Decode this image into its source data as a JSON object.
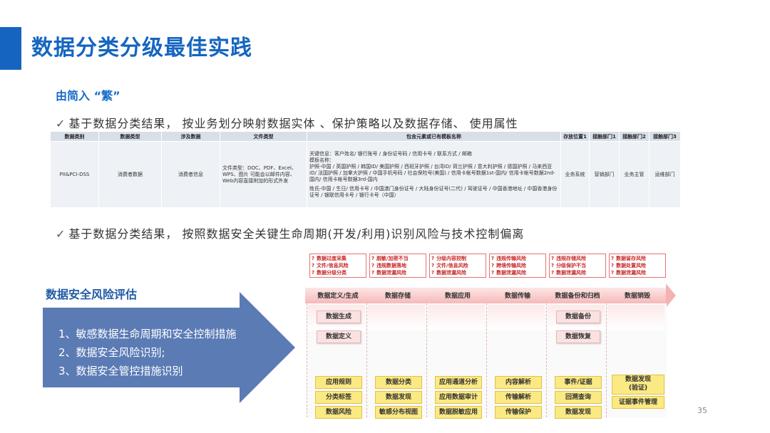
{
  "title": "数据分类分级最佳实践",
  "subtitle": "由简入 “繁”",
  "bullets": [
    "基于数据分类结果， 按业务划分映射数据实体 、保护策略以及数据存储、 使用属性",
    "基于数据分类结果， 按照数据安全关键生命周期(开发/利用)识别风险与技术控制偏离"
  ],
  "check_glyph": "✓",
  "table": {
    "headers": [
      "数据类别",
      "数据类型",
      "涉及数据",
      "文件类型",
      "包含元素或已有模板名称",
      "存放位置1",
      "接触部门1",
      "接触部门2",
      "接触部门3"
    ],
    "row": {
      "category": "PII&PCI-DSS",
      "type": "消费者数据",
      "involved": "消费者信息",
      "file_type": "文件类型：DOC、PDF、Excel、WPS、图片 可能会以邮件内容、Web内容直接附加的形式外发",
      "elements": [
        "关键信息：客户姓名/ 银行账号 / 身份证号码 / 信用卡号 / 联系方式 / 邮箱",
        "模板名称：",
        "护照-中国 / 英国护照 / 韩国ID/ 美国护照 / 西班牙护照 / 台湾ID/ 荷兰护照 / 意大利护照 / 德国护照 / 马来西亚ID/ 法国护照 / 加拿大护照 / 中国手机号码 / 社会保险号(美国) / 信用卡帐号数据1st-国内/ 信用卡帐号数据2nd-国内/ 信用卡帐号数据3rd-国内",
        "姓氏-中国 / 生日/ 信用卡号 / 中国澳门身份证号 / 大陆身份证号(二代) / 驾驶证号 / 中国香港地址 / 中国香港身份证号 / 银联信用卡号 / 银行卡号（中国）"
      ],
      "location1": "业务系统",
      "dept1": "营销部门",
      "dept2": "业务主管",
      "dept3": "运维部门"
    }
  },
  "risk": {
    "title": "数据安全风险评估",
    "items": [
      "1、敏感数据生命周期和安全控制措施",
      "2、数据安全风险识别;",
      "3、数据安全管控措施识别"
    ]
  },
  "diagram": {
    "risks": [
      [
        "数据过度采集",
        "文件/信息风险",
        "数据分级分类"
      ],
      [
        "脱敏/加密不当",
        "违规数据落地",
        "数据泄漏风险"
      ],
      [
        "分级内容控制",
        "文件/信息风险",
        "数据泄漏风险"
      ],
      [
        "违规传输风险",
        "跨境传输风险",
        "数据泄漏风险"
      ],
      [
        "违规存储风险",
        "分级保护不当",
        "数据泄漏风险"
      ],
      [
        "数据留存风险",
        "数据处置风险",
        "数据泄漏风险"
      ]
    ],
    "risk_marker": "?",
    "stages": [
      "数据定义/生成",
      "数据存储",
      "数据应用",
      "数据传输",
      "数据备份和归档",
      "数据销毁"
    ],
    "sub_steps": [
      "数据生成",
      "数据定义",
      "数据备份",
      "数据恢复"
    ],
    "controls": [
      [
        "应用规则",
        "分类标签",
        "数据风险"
      ],
      [
        "数据分类",
        "数据发现",
        "敏感分布视图"
      ],
      [
        "应用通道分析",
        "应用数据审计",
        "数据脱敏应用"
      ],
      [
        "内容解析",
        "传输解析",
        "传输保护"
      ],
      [
        "事件/证据",
        "回溯查询",
        "数据发现"
      ],
      [
        "数据发现\n(验证)",
        "证据事件管理"
      ]
    ]
  },
  "page_number": "35"
}
